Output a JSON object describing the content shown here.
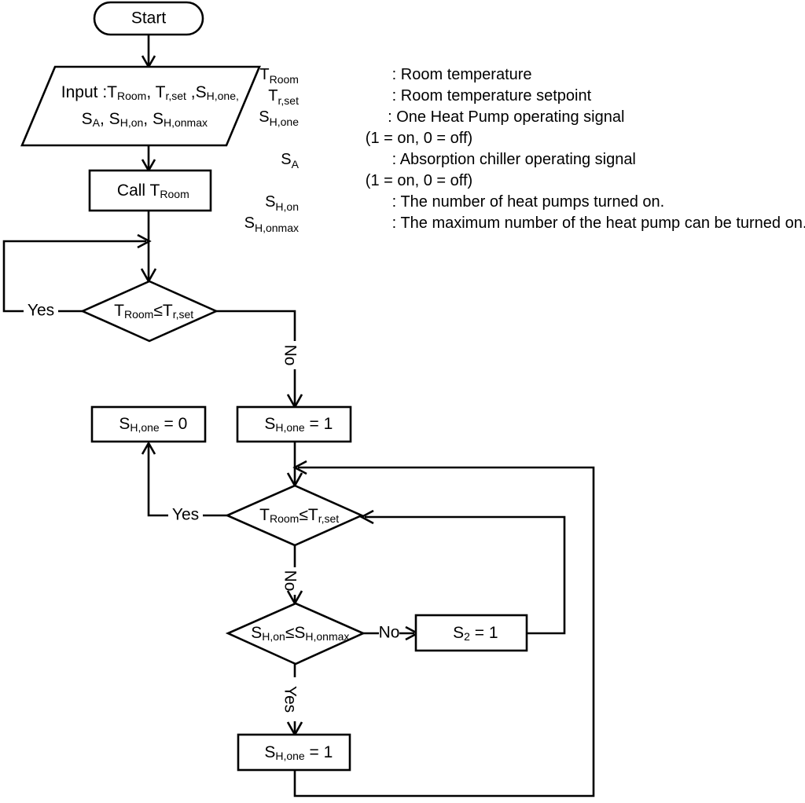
{
  "diagram": {
    "title": "Heat pump and absorption chiller control flowchart",
    "nodes": {
      "start": {
        "label": "Start"
      },
      "input": {
        "line1_prefix": "Input :T",
        "line1_sub1": "Room",
        "line1_mid1": ", T",
        "line1_sub2": "r,set",
        "line1_mid2": " ,S",
        "line1_sub3": "H,one,",
        "line2_a": "S",
        "line2_sub_a": "A",
        "line2_b": ", S",
        "line2_sub_b": "H,on",
        "line2_c": ", S",
        "line2_sub_c": "H,onmax",
        "plain_line1": "Input :TRoom, Tr,set ,SH,one,",
        "plain_line2": "SA, SH,on, SH,onmax"
      },
      "call": {
        "prefix": "Call T",
        "sub": "Room",
        "plain": "Call TRoom"
      },
      "decision1": {
        "lhs": "T",
        "lhs_sub": "Room",
        "op": "≤T",
        "rhs_sub": "r,set",
        "plain": "TRoom≤Tr,set"
      },
      "box_sh0": {
        "prefix": "S",
        "sub": "H,one",
        "suffix": " = 0",
        "plain": "SH,one = 0"
      },
      "box_sh1_top": {
        "prefix": "S",
        "sub": "H,one",
        "suffix": " = 1",
        "plain": "SH,one = 1"
      },
      "decision2": {
        "lhs": "T",
        "lhs_sub": "Room",
        "op": "≤T",
        "rhs_sub": "r,set",
        "plain": "TRoom≤Tr,set"
      },
      "decision3": {
        "lhs": "S",
        "lhs_sub": "H,on",
        "op": "≤S",
        "rhs_sub": "H,onmax",
        "plain": "SH,on≤SH,onmax"
      },
      "box_s2": {
        "prefix": "S",
        "sub": "2",
        "suffix": " = 1",
        "plain": "S2 = 1"
      },
      "box_sh1_bottom": {
        "prefix": "S",
        "sub": "H,one",
        "suffix": " = 1",
        "plain": "SH,one = 1"
      }
    },
    "edge_labels": {
      "d1_yes": "Yes",
      "d1_no": "No",
      "d2_yes": "Yes",
      "d2_no": "No",
      "d3_no": "No",
      "d3_yes": "Yes"
    },
    "legend": [
      {
        "symbol": "T",
        "symbol_sub": "Room",
        "symbol_plain": "TRoom",
        "separator": " : ",
        "description": "Room temperature",
        "note": ""
      },
      {
        "symbol": "T",
        "symbol_sub": "r,set",
        "symbol_plain": "Tr,set",
        "separator": " : ",
        "description": "Room temperature setpoint",
        "note": ""
      },
      {
        "symbol": "S",
        "symbol_sub": "H,one",
        "symbol_plain": "SH,one",
        "separator": ": ",
        "description": "One Heat Pump operating signal",
        "note": "(1 = on, 0 = off)"
      },
      {
        "symbol": "S",
        "symbol_sub": "A",
        "symbol_plain": "SA",
        "separator": " : ",
        "description": "Absorption chiller operating signal",
        "note": "(1 = on, 0 = off)"
      },
      {
        "symbol": "S",
        "symbol_sub": "H,on",
        "symbol_plain": "SH,on",
        "separator": " : ",
        "description": "The number of heat pumps turned on.",
        "note": ""
      },
      {
        "symbol": "S",
        "symbol_sub": "H,onmax",
        "symbol_plain": "SH,onmax",
        "separator": " : ",
        "description": "The maximum number of the heat pump can be turned on.",
        "note": ""
      }
    ],
    "colors": {
      "stroke": "#000000",
      "fill": "#ffffff",
      "text": "#000000"
    }
  }
}
